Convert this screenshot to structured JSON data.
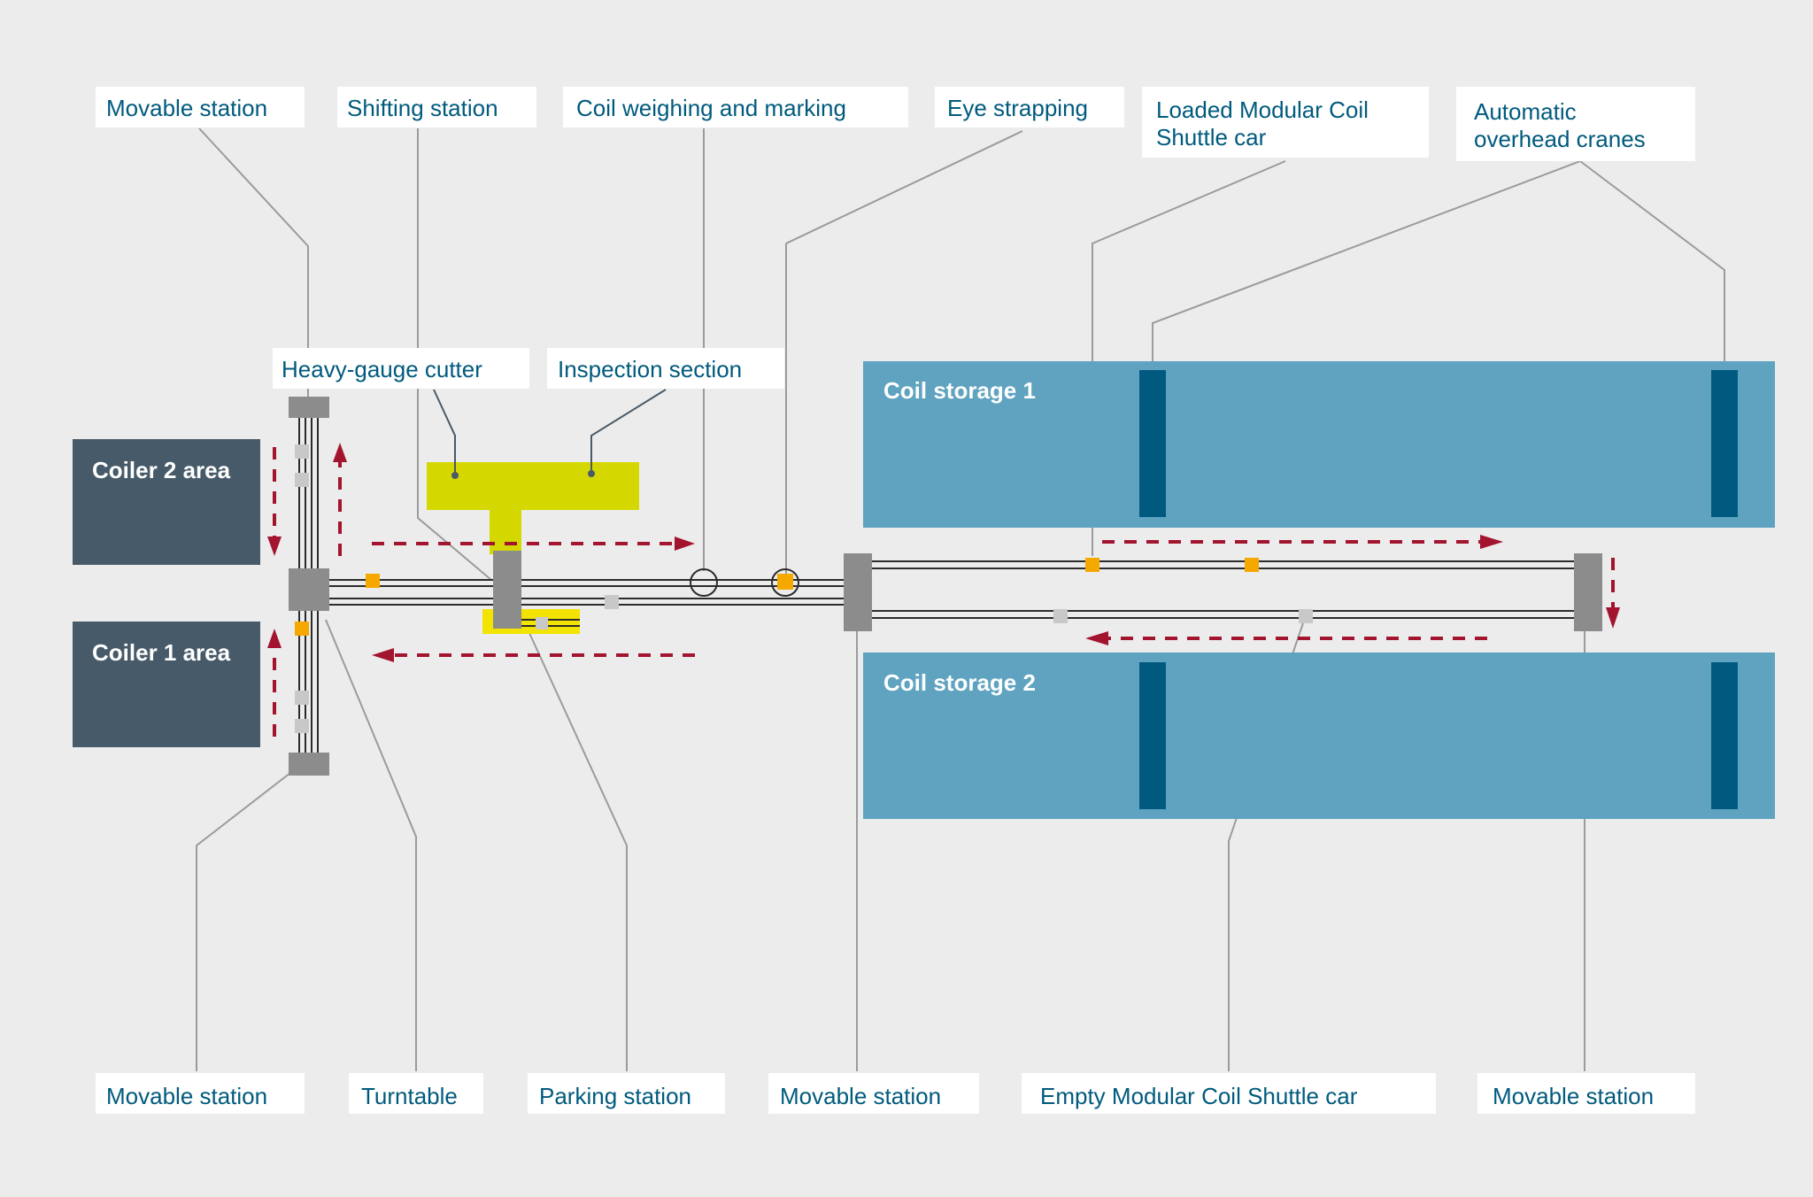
{
  "labels": {
    "movable_station_top": "Movable station",
    "shifting_station": "Shifting station",
    "coil_weighing": "Coil weighing and marking",
    "eye_strapping": "Eye strapping",
    "loaded_car_line1": "Loaded Modular Coil",
    "loaded_car_line2": "Shuttle car",
    "cranes_line1": "Automatic",
    "cranes_line2": "overhead cranes",
    "heavy_gauge_cutter": "Heavy-gauge cutter",
    "inspection_section": "Inspection section",
    "movable_station_bottom_left": "Movable station",
    "turntable": "Turntable",
    "parking_station": "Parking station",
    "movable_station_bottom_mid": "Movable station",
    "empty_car": "Empty Modular Coil Shuttle car",
    "movable_station_bottom_right": "Movable station"
  },
  "areas": {
    "coiler_2": "Coiler 2 area",
    "coiler_1": "Coiler 1 area",
    "storage_1": "Coil storage 1",
    "storage_2": "Coil storage 2"
  },
  "colors": {
    "background": "#ececec",
    "label_text": "#005a7d",
    "coiler_area": "#465a69",
    "storage_area": "#5fa3c0",
    "crane": "#005a80",
    "cutter": "#d4d800",
    "parking": "#f2e400",
    "flow_arrow": "#a3142e",
    "loaded_car": "#f5a800",
    "empty_car": "#c8c8c8",
    "station": "#8c8c8c"
  }
}
